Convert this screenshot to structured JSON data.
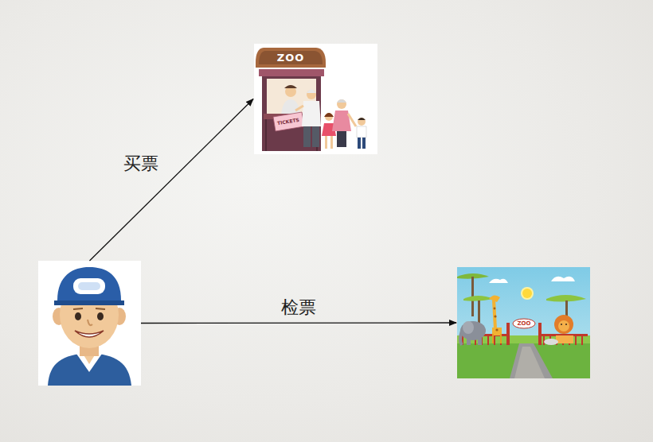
{
  "diagram": {
    "nodes": [
      {
        "text": []
      },
      {
        "text": [
          "ZOO",
          "TICKETS"
        ]
      },
      {
        "text": [
          "ZOO"
        ]
      }
    ],
    "edges": [
      {
        "from": 0,
        "to": 1,
        "label": "买票",
        "arrow": "to"
      },
      {
        "from": 0,
        "to": 2,
        "label": "检票",
        "arrow": "to"
      }
    ]
  }
}
